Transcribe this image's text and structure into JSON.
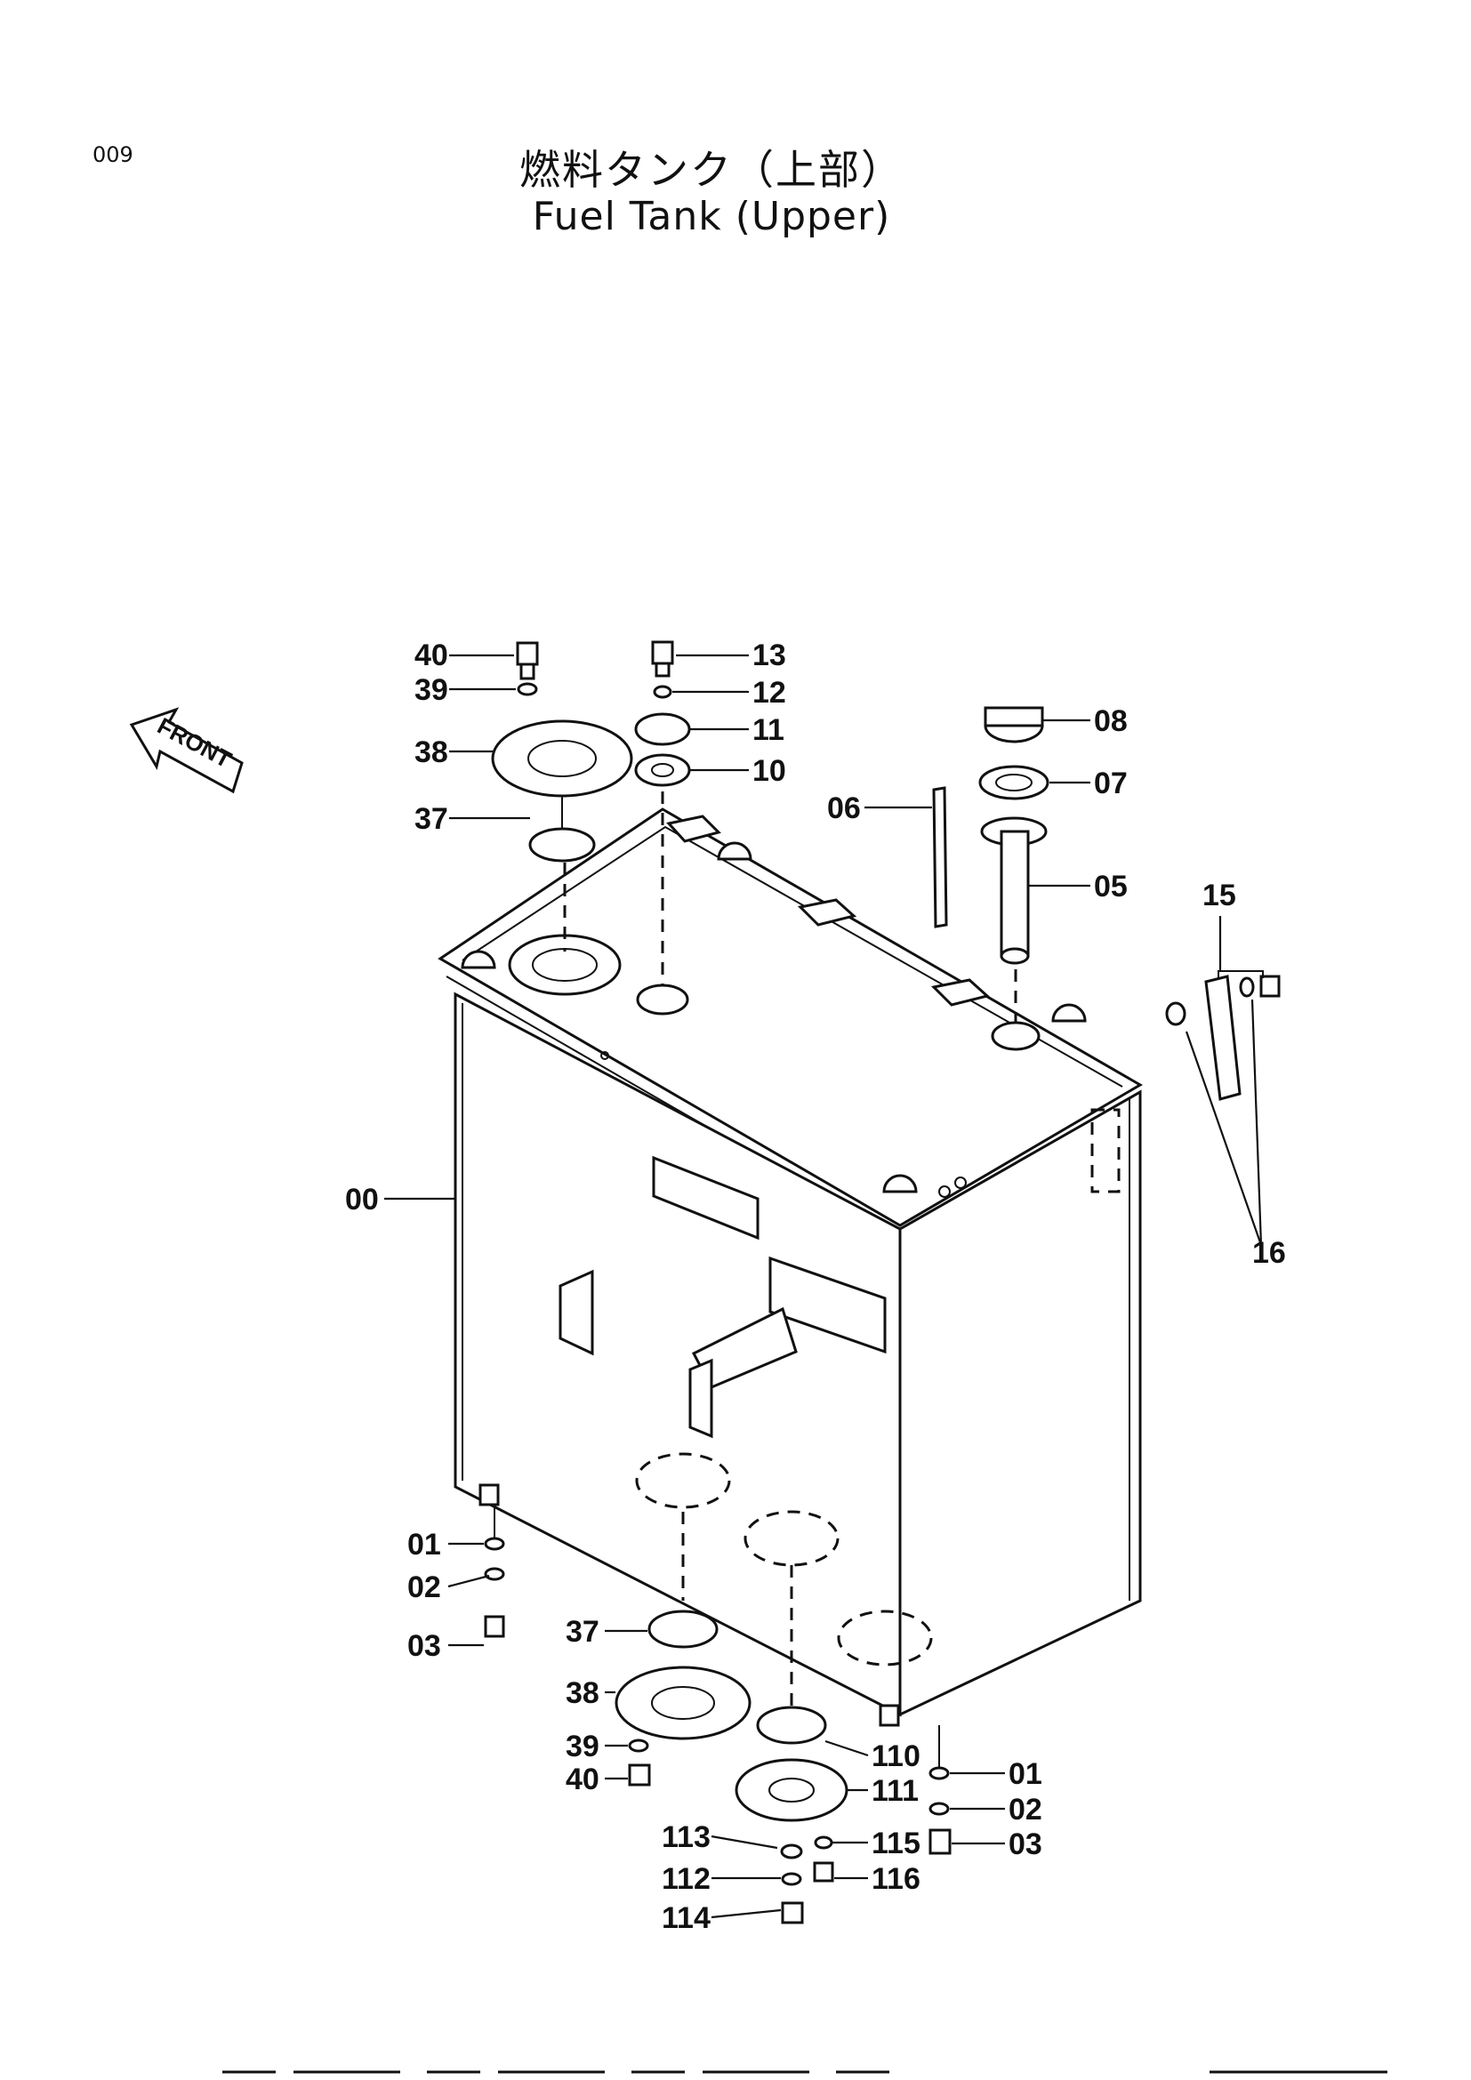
{
  "page": {
    "number": "009"
  },
  "title": {
    "japanese": "燃料タンク（上部）",
    "english": "Fuel Tank (Upper)"
  },
  "direction_indicator": {
    "text": "FRONT"
  },
  "callouts": {
    "top_left": [
      "40",
      "39",
      "38",
      "37"
    ],
    "top_center": [
      "13",
      "12",
      "11",
      "10"
    ],
    "top_right": [
      "06",
      "08",
      "07",
      "05"
    ],
    "side": [
      "15",
      "16"
    ],
    "tank": "00",
    "bottom_left": [
      "01",
      "02",
      "03"
    ],
    "bottom_center": [
      "37",
      "38",
      "39",
      "40",
      "110",
      "111",
      "113",
      "115",
      "112",
      "116",
      "114"
    ],
    "bottom_right": [
      "01",
      "02",
      "03"
    ]
  }
}
